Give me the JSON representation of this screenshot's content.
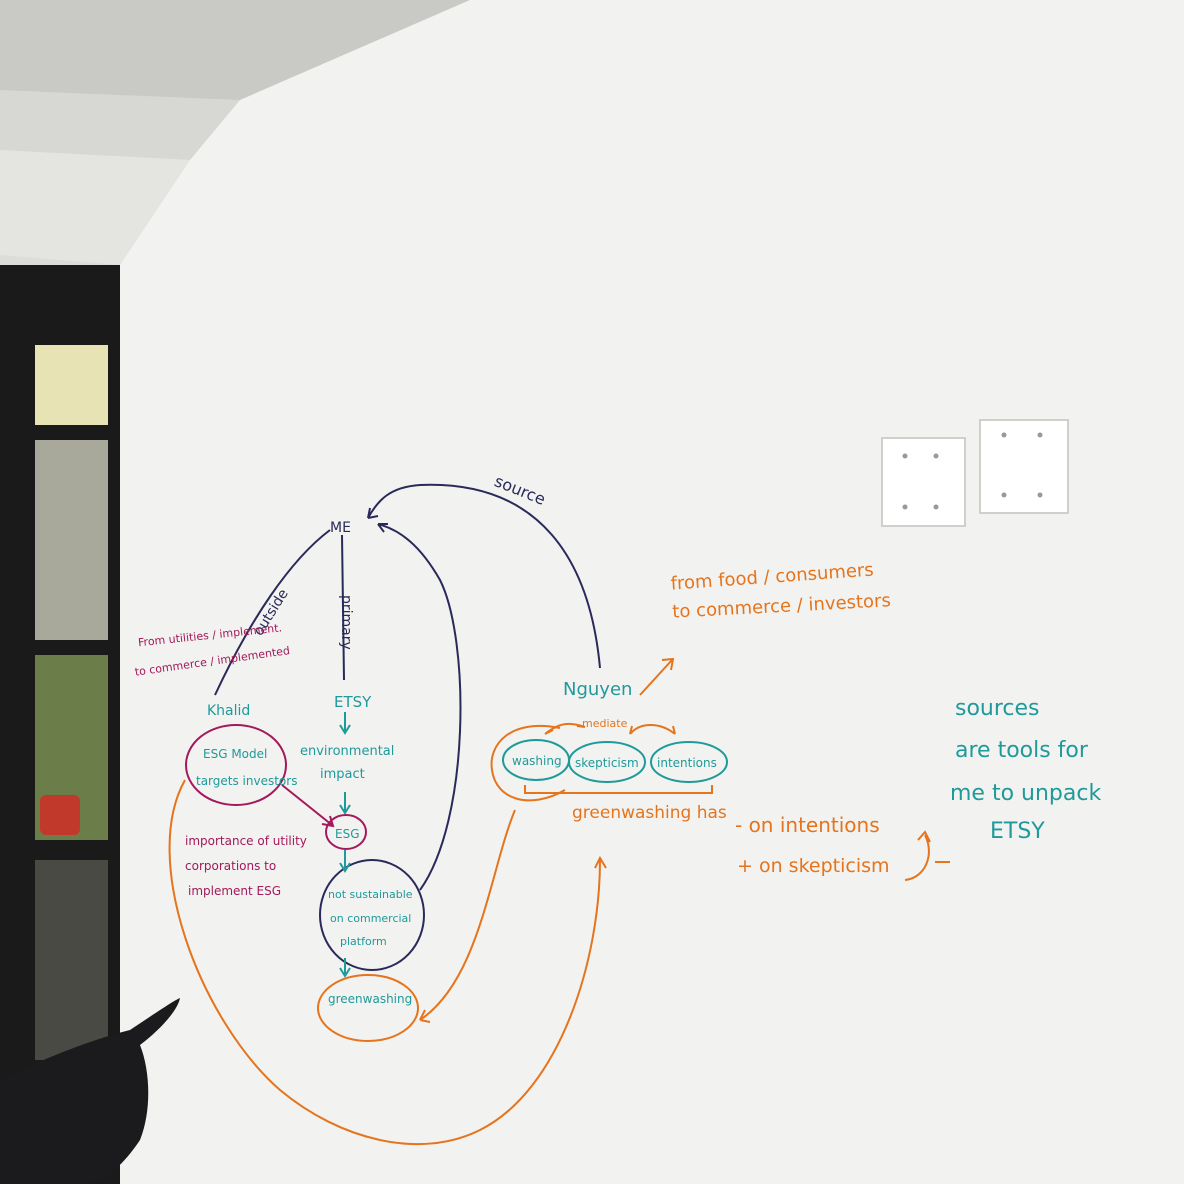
{
  "colors": {
    "navy": "#2a2a5a",
    "teal": "#1f9a9a",
    "orange": "#e5741c",
    "magenta": "#a3195b",
    "wall": "#f2f2f0"
  },
  "labels": {
    "me": "ME",
    "source": "source",
    "outside": "outside",
    "primary": "primary",
    "from_utilities": "From utilities / implement.",
    "to_commerce_implemented": "to commerce / implemented",
    "khalid": "Khalid",
    "esg_model": "ESG Model",
    "targets_investors": "targets investors",
    "importance1": "importance of utility",
    "importance2": "corporations to",
    "importance3": "implement ESG",
    "etsy": "ETSY",
    "env1": "environmental",
    "env2": "impact",
    "esg": "ESG",
    "not1": "not sustainable",
    "not2": "on commercial",
    "not3": "platform",
    "greenwashing": "greenwashing",
    "nguyen": "Nguyen",
    "mediate": "mediate",
    "washing": "washing",
    "skepticism": "skepticism",
    "intentions": "intentions",
    "from_food": "from food / consumers",
    "to_commerce_investors": "to commerce / investors",
    "gw_has": "greenwashing has",
    "on_intentions": "- on intentions",
    "on_skepticism": "+ on skepticism",
    "sources1": "sources",
    "sources2": "are tools for",
    "sources3": "me to unpack",
    "sources4": "ETSY"
  }
}
